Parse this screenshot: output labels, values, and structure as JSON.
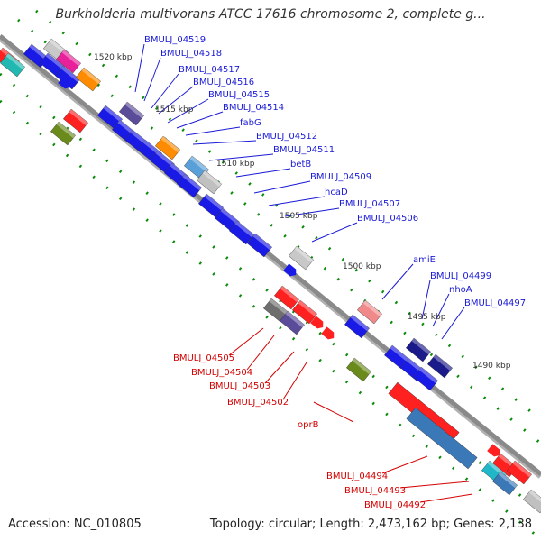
{
  "title": "Burkholderia multivorans ATCC 17616 chromosome 2, complete g...",
  "footer": {
    "accession": "Accession: NC_010805",
    "stats": "Topology: circular; Length: 2,473,162 bp; Genes: 2,138"
  },
  "colors": {
    "backbone": "#777777",
    "tick": "#0a8a0a",
    "forward_label": "#1a1ad6",
    "reverse_label": "#d40000"
  },
  "kbp_marks": [
    "1520 kbp",
    "1515 kbp",
    "1510 kbp",
    "1505 kbp",
    "1500 kbp",
    "1495 kbp",
    "1490 kbp"
  ],
  "forward_labels": [
    "BMULJ_04519",
    "BMULJ_04518",
    "BMULJ_04517",
    "BMULJ_04516",
    "BMULJ_04515",
    "BMULJ_04514",
    "fabG",
    "BMULJ_04512",
    "BMULJ_04511",
    "betB",
    "BMULJ_04509",
    "hcaD",
    "BMULJ_04507",
    "BMULJ_04506",
    "amiE",
    "BMULJ_04499",
    "nhoA",
    "BMULJ_04497"
  ],
  "reverse_labels": [
    "BMULJ_04505",
    "BMULJ_04504",
    "BMULJ_04503",
    "BMULJ_04502",
    "oprB",
    "BMULJ_04494",
    "BMULJ_04493",
    "BMULJ_04492"
  ]
}
